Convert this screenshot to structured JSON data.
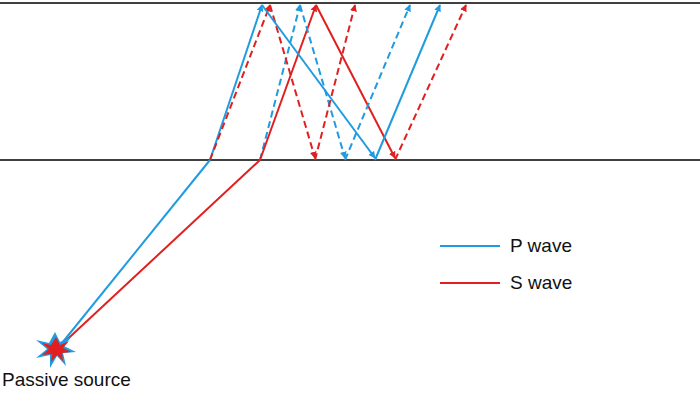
{
  "diagram": {
    "labels": [
      "Passive source"
    ],
    "legend": [
      {
        "text": "P wave"
      },
      {
        "text": "S wave"
      }
    ]
  }
}
